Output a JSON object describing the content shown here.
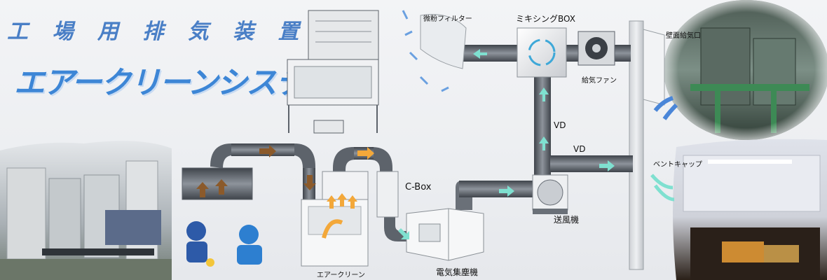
{
  "title": {
    "line1": "工 場 用 排 気 装 置",
    "line2": "エアークリーンシステム"
  },
  "labels": {
    "fine_filter": "微粉フィルター",
    "mixing_box": "ミキシングBOX",
    "wall_outlet": "壁面給気口",
    "supply_fan": "給気ファン",
    "vd_upper": "VD",
    "vd_lower": "VD",
    "vent_cap": "ベントキャップ",
    "c_box": "C-Box",
    "blower": "送風機",
    "air_clean": "エアークリーン",
    "electrostatic_collector": "電気集塵機"
  },
  "colors": {
    "title_blue": "#4a7fc6",
    "duct": "#5b6068",
    "arrow_brown": "#8b5a2b",
    "arrow_orange": "#f3a83a",
    "arrow_cyan": "#7fe0d0",
    "arrow_blue": "#4a86d8"
  }
}
